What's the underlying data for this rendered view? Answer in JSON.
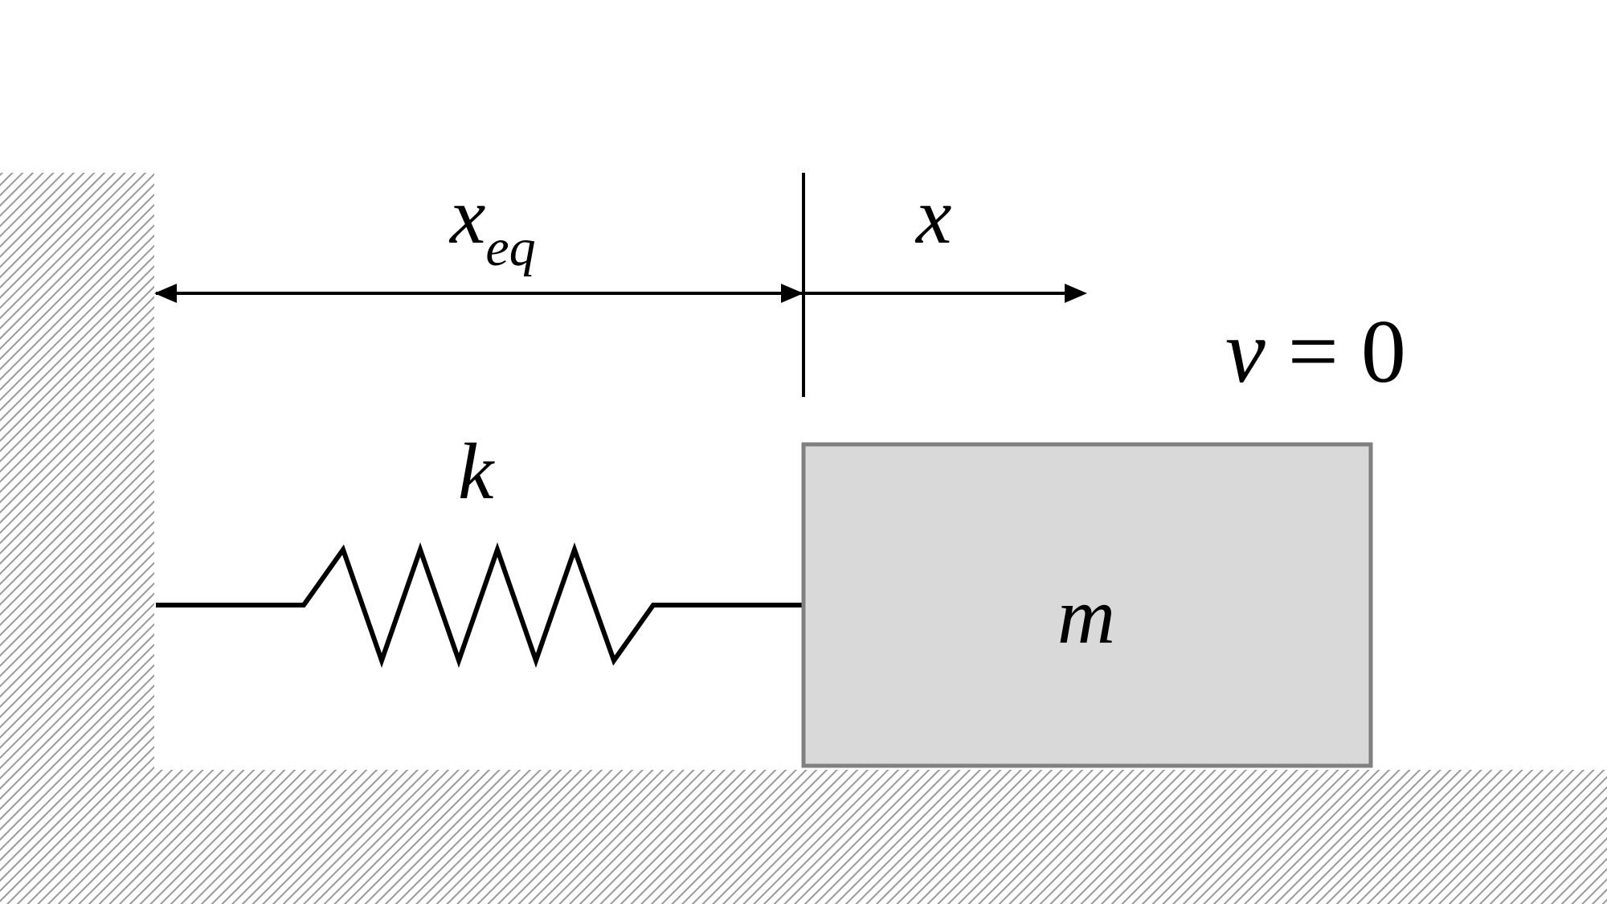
{
  "labels": {
    "xeq_main": "x",
    "xeq_sub": "eq",
    "x": "x",
    "k": "k",
    "m": "m",
    "velocity_var": "v",
    "velocity_rest": " = 0"
  },
  "colors": {
    "hatch_line": "#9a9a9a",
    "block_fill": "#d9d9d9",
    "block_stroke": "#808080",
    "ink": "#000000",
    "background": "#ffffff"
  }
}
